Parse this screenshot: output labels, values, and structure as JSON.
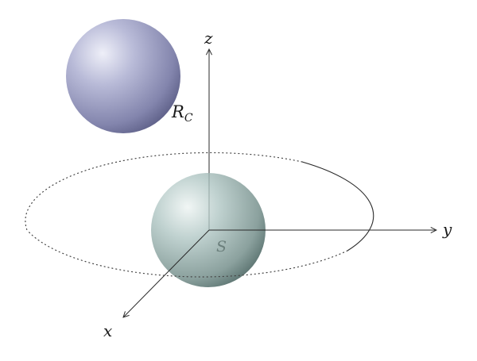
{
  "labels": {
    "z_axis": "z",
    "y_axis": "y",
    "x_axis": "x",
    "origin": "S",
    "sphere_name": "R",
    "sphere_sub": "C"
  },
  "colors": {
    "axis": "#2a2a2a",
    "orbit": "#333333",
    "sphere_small": "#a9abc9",
    "sphere_small_dark": "#4e5075",
    "sphere_large": "#b7cac8",
    "sphere_large_dark": "#506865",
    "background": "#ffffff"
  }
}
